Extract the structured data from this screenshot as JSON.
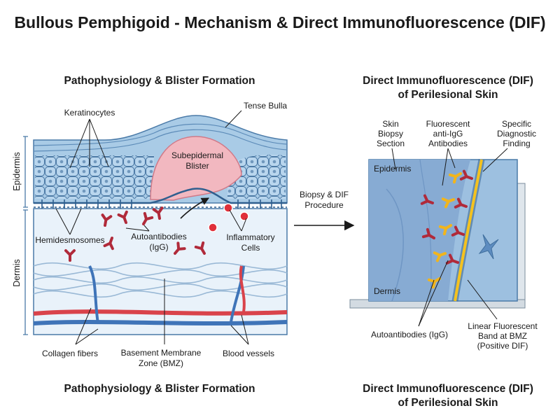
{
  "title": "Bullous Pemphigoid - Mechanism & Direct Immunofluorescence (DIF)",
  "left_panel": {
    "heading_top": "Pathophysiology & Blister Formation",
    "heading_bottom": "Pathophysiology & Blister Formation",
    "side_labels": {
      "epidermis": "Epidermis",
      "dermis": "Dermis"
    },
    "labels": {
      "keratinocytes": "Keratinocytes",
      "tense_bulla": "Tense Bulla",
      "blister_line1": "Subepidermal",
      "blister_line2": "Blister",
      "hemidesmosomes": "Hemidesmosomes",
      "autoantibodies_line1": "Autoantibodies",
      "autoantibodies_line2": "(IgG)",
      "inflammatory_line1": "Inflammatory",
      "inflammatory_line2": "Cells",
      "collagen": "Collagen fibers",
      "bmz_line1": "Basement Membrane",
      "bmz_line2": "Zone (BMZ)",
      "blood_vessels": "Blood vessels"
    }
  },
  "arrow": {
    "line1": "Biopsy & DIF",
    "line2": "Procedure"
  },
  "right_panel": {
    "heading_top_line1": "Direct Immunofluorescence (DIF)",
    "heading_top_line2": "of Perilesional Skin",
    "heading_bottom_line1": "Direct Immunofluorescence (DIF)",
    "heading_bottom_line2": "of Perilesional Skin",
    "labels": {
      "biopsy_line1": "Skin",
      "biopsy_line2": "Biopsy",
      "biopsy_line3": "Section",
      "fluor_line1": "Fluorescent",
      "fluor_line2": "anti-IgG",
      "fluor_line3": "Antibodies",
      "finding_line1": "Specific",
      "finding_line2": "Diagnostic",
      "finding_line3": "Finding",
      "epidermis": "Epidermis",
      "dermis": "Dermis",
      "autoantibodies": "Autoantibodies (IgG)",
      "band_line1": "Linear Fluorescent",
      "band_line2": "Band at BMZ",
      "band_line3": "(Positive DIF)"
    }
  },
  "colors": {
    "epidermis": "#a9cbe6",
    "dermis": "#e9f2fa",
    "blister": "#f2b8c0",
    "autoantibody": "#b02a3a",
    "fluorescent_antibody": "#f2b51c",
    "bmz_band": "#f4c21f",
    "blood_vessel_red": "#d9434b",
    "blood_vessel_blue": "#3f74b8",
    "inflammatory_cell": "#e0303a"
  }
}
